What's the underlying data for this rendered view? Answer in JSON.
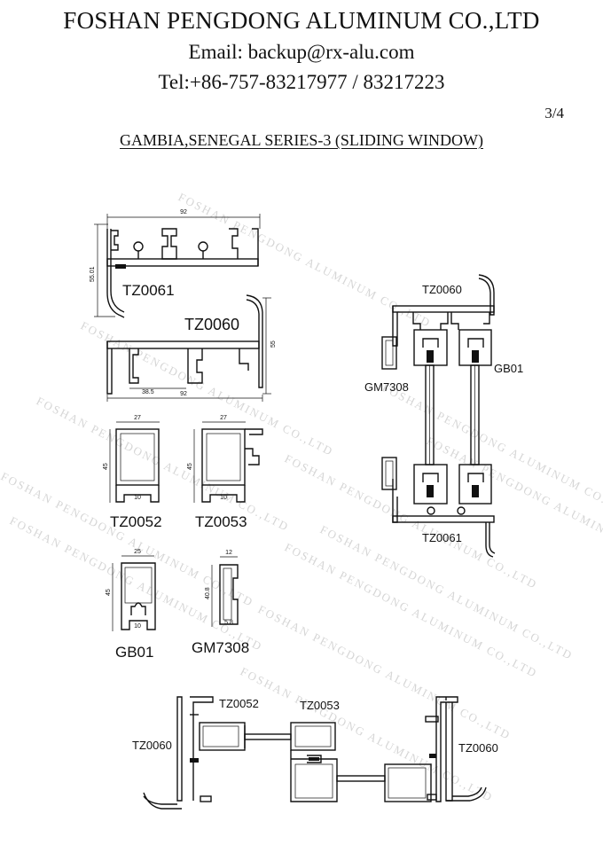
{
  "header": {
    "company": "FOSHAN PENGDONG ALUMINUM CO.,LTD",
    "email": "Email: backup@rx-alu.com",
    "tel": "Tel:+86-757-83217977  /  83217223",
    "page": "3/4",
    "series_title": "GAMBIA,SENEGAL SERIES-3 (SLIDING WINDOW)"
  },
  "watermark": "FOSHAN PENGDONG ALUMINUM CO.,LTD",
  "profiles": {
    "tz0061": {
      "label": "TZ0061",
      "width": "92",
      "height": "55.01"
    },
    "tz0060": {
      "label": "TZ0060",
      "width": "92",
      "height": "55",
      "inner": "38.5"
    },
    "tz0052": {
      "label": "TZ0052",
      "width": "27",
      "height": "45",
      "base": "10"
    },
    "tz0053": {
      "label": "TZ0053",
      "width": "27",
      "height": "45",
      "base": "10"
    },
    "gb01": {
      "label": "GB01",
      "width": "25",
      "height": "45",
      "base": "10"
    },
    "gm7308": {
      "label": "GM7308",
      "width": "12",
      "height": "40.8",
      "base": "5.8"
    }
  },
  "assembly": {
    "top_label": "TZ0060",
    "gb_label": "GB01",
    "gm_label": "GM7308",
    "bottom_label": "TZ0061"
  },
  "section": {
    "left_label": "TZ0060",
    "tz0052_label": "TZ0052",
    "tz0053_label": "TZ0053",
    "right_label": "TZ0060"
  }
}
